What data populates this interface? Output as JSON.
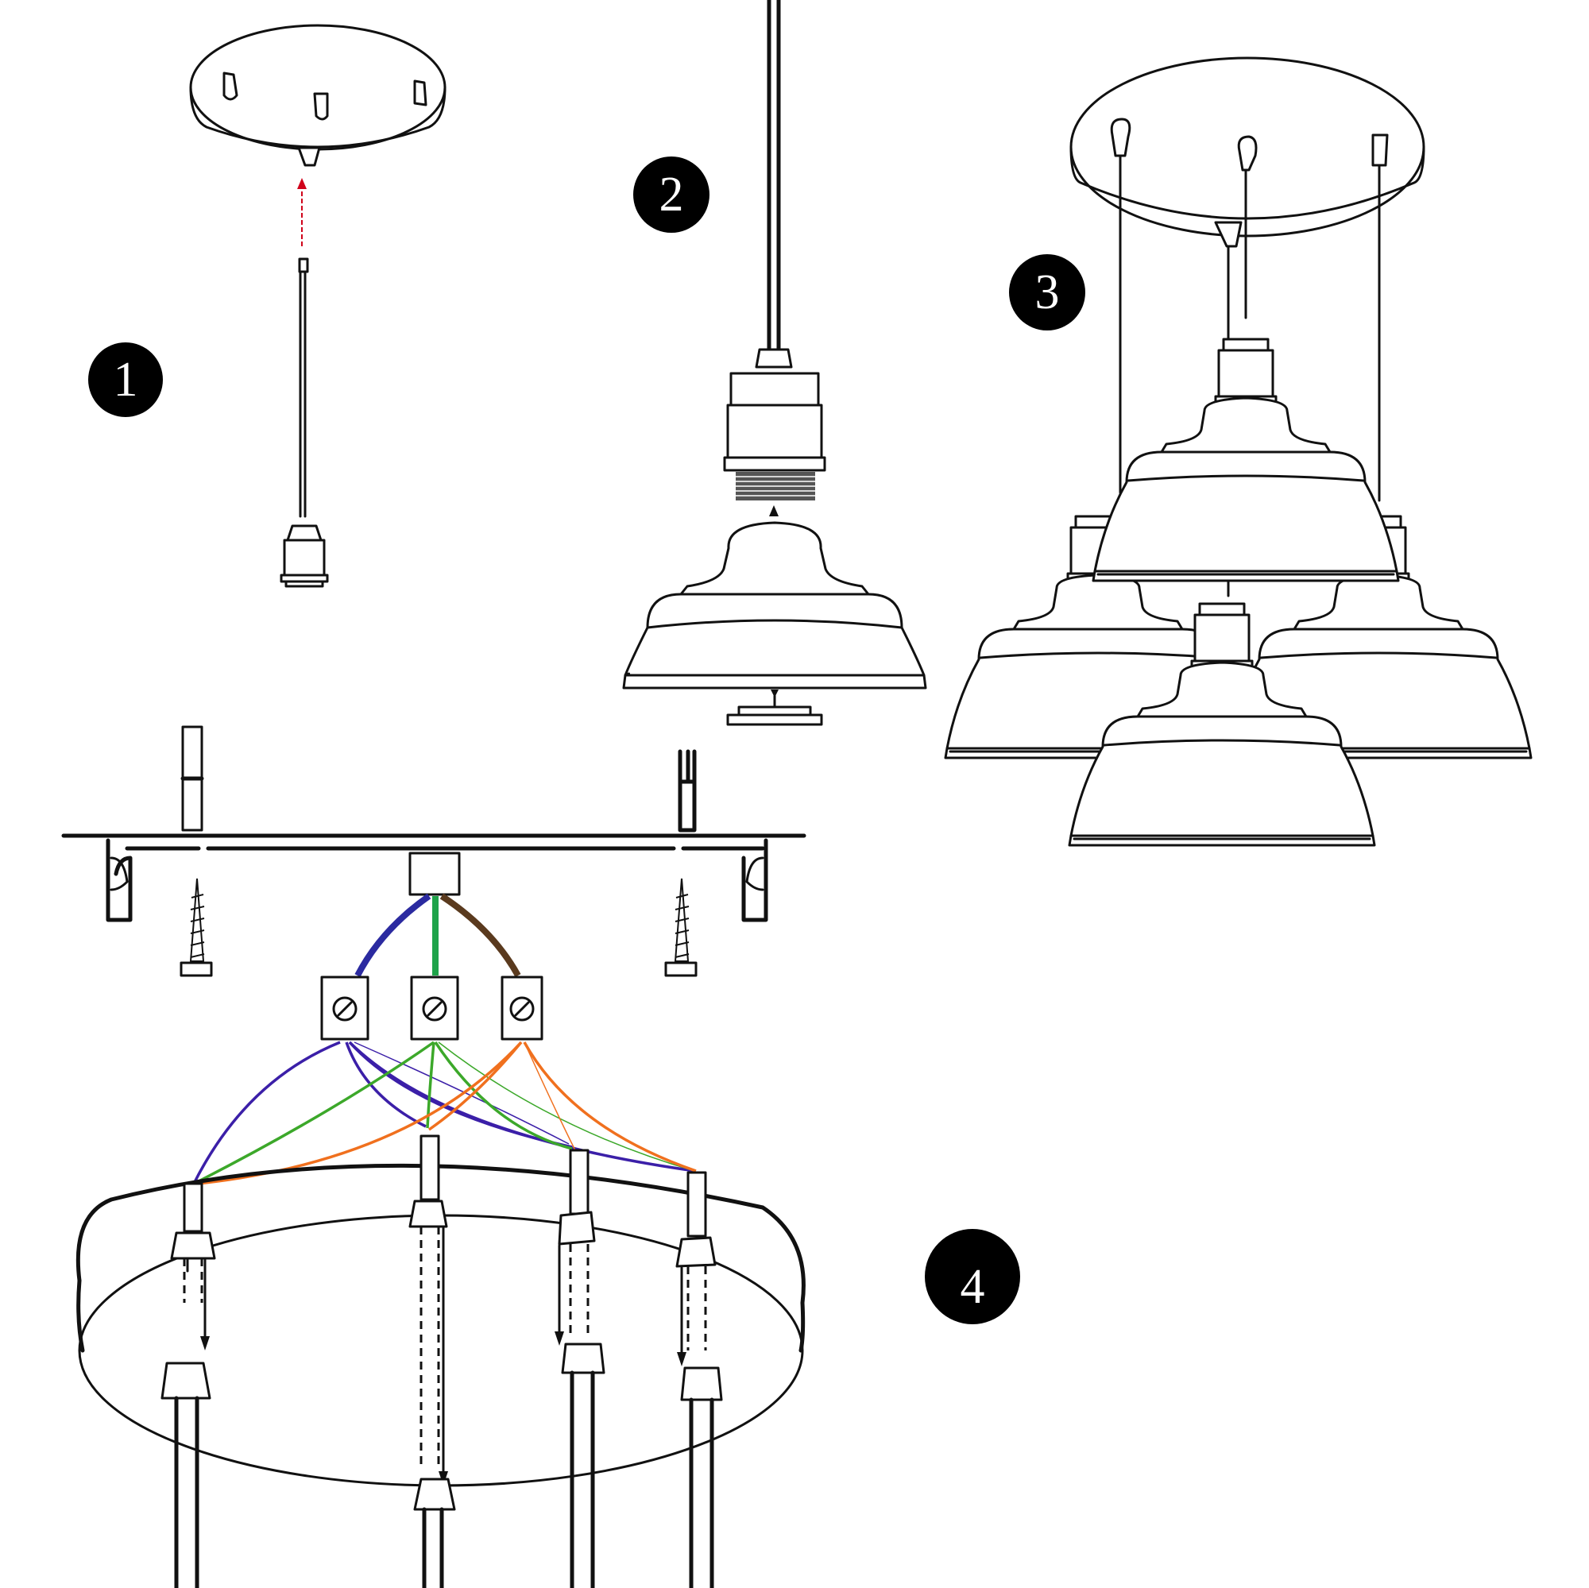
{
  "steps": [
    {
      "label": "1"
    },
    {
      "label": "2"
    },
    {
      "label": "3"
    },
    {
      "label": "4"
    }
  ],
  "colors": {
    "outline": "#111111",
    "badge": "#000000",
    "arrow_step1": "#d0021b",
    "wire_blue": "#2b2aa0",
    "wire_green": "#1fa34a",
    "wire_brown": "#5a3a1e",
    "wire_purple": "#3b1fa8",
    "wire_orange": "#f0701e",
    "wire_light_green": "#3ca82a"
  }
}
